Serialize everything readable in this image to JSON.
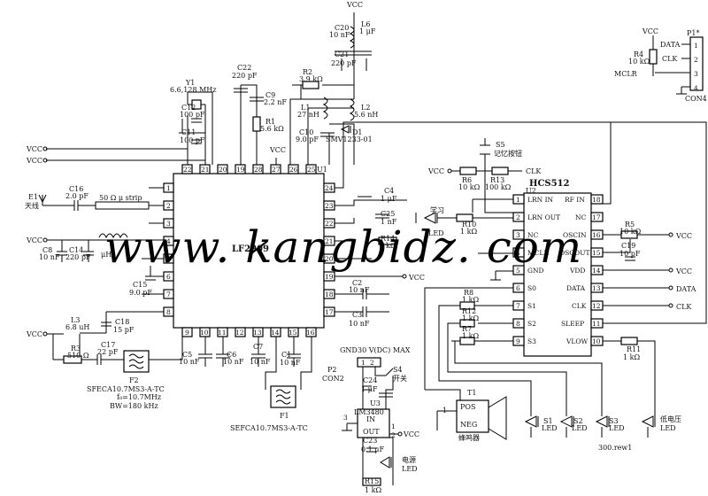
{
  "ic1": {
    "label": "LF2909",
    "pins_top": [
      "22",
      "21",
      "20",
      "19",
      "28",
      "27",
      "26",
      "25"
    ],
    "pins_bottom": [
      "9",
      "10",
      "11",
      "12",
      "13",
      "14",
      "15",
      "16"
    ],
    "pins_left": [
      "1",
      "2",
      "3",
      "4",
      "5",
      "6",
      "7",
      "8"
    ],
    "pins_right": [
      "24",
      "23",
      "22",
      "21",
      "20",
      "19",
      "18",
      "17"
    ],
    "unit": "U1"
  },
  "hcs": {
    "label": "HCS512",
    "unit": "U2",
    "left_pins": [
      {
        "num": "1",
        "name": "LRN IN"
      },
      {
        "num": "2",
        "name": "LRN OUT"
      },
      {
        "num": "3",
        "name": "NC"
      },
      {
        "num": "4",
        "name": "MCLR"
      },
      {
        "num": "5",
        "name": "GND"
      },
      {
        "num": "6",
        "name": "S0"
      },
      {
        "num": "7",
        "name": "S1"
      },
      {
        "num": "8",
        "name": "S2"
      },
      {
        "num": "9",
        "name": "S3"
      }
    ],
    "right_pins": [
      {
        "num": "18",
        "name": "RF IN"
      },
      {
        "num": "17",
        "name": "NC"
      },
      {
        "num": "16",
        "name": "OSCIN"
      },
      {
        "num": "15",
        "name": "OSCOUT"
      },
      {
        "num": "14",
        "name": "VDD"
      },
      {
        "num": "13",
        "name": "DATA"
      },
      {
        "num": "12",
        "name": "CLK"
      },
      {
        "num": "11",
        "name": "SLEEP"
      },
      {
        "num": "10",
        "name": "VLOW"
      }
    ]
  },
  "con4": {
    "ref": "P1*",
    "name": "CON4",
    "pins": [
      "1",
      "2",
      "3",
      "4"
    ],
    "labels": [
      "DATA",
      "CLK",
      "MCLR"
    ],
    "r4": "R4",
    "r4v": "10 kΩ"
  },
  "vcc": "VCC",
  "parts": {
    "y1": "Y1",
    "y1v": "6.6,128 MHz",
    "c12": "C12",
    "c12v": "100 pF",
    "c11": "C11",
    "c11v": "100 pF",
    "c22": "C22",
    "c22v": "220 pF",
    "c9": "C9",
    "c9v": "2.2 nF",
    "r1": "R1",
    "r1v": "5.6 kΩ",
    "c20": "C20",
    "c20v": "10 nF",
    "c21": "C21",
    "c21v": "220 pF",
    "l6": "L6",
    "l6v": "1 μF",
    "r2": "R2",
    "r2v": "3.9 kΩ",
    "l1": "L1",
    "l1v": "27 nH",
    "l2": "L2",
    "l2v": "5.6 nH",
    "c10": "C10",
    "c10v": "9.0 pF",
    "d1": "D1",
    "d1v": "SMV1233-01",
    "e1": "E1",
    "e1v": "天线",
    "c16": "C16",
    "c16v": "2.0 pF",
    "strip": "50 Ω μ strip",
    "c8": "C8",
    "c8v": "10 nF",
    "c14": "C14",
    "c14v": "220 pF",
    "l4v": "μH",
    "c15": "C15",
    "c15v": "9.0 pF",
    "l3": "L3",
    "l3v": "6.8 uH",
    "c18": "C18",
    "c18v": "15 pF",
    "r3": "R3",
    "r3v": "510 Ω",
    "c17": "C17",
    "c17v": "22 pF",
    "f2": "F2",
    "f2a": "SFECA10.7MS3-A-TC",
    "f2b": "f₀=10.7MHz",
    "f2c": "BW=180 kHz",
    "c5": "C5",
    "c5v": "10 nF",
    "c6": "C6",
    "c6v": "10 nF",
    "c7": "C7",
    "c7v": "10 nF",
    "c1": "C1",
    "c1v": "10 nF",
    "f1": "F1",
    "f1v": "SEFCA10.7MS3-A-TC",
    "c4": "C4",
    "c4v": "1 μF",
    "c25": "C25",
    "c25v": "1 nF",
    "r14": "R14",
    "r14v": "kΩ",
    "c2": "C2",
    "c2v": "10 nF",
    "c3": "C3",
    "c3v": "10 nF",
    "s5": "S5",
    "s5v": "记忆按钮",
    "r6": "R6",
    "r6v": "10 kΩ",
    "r13": "R13",
    "r13v": "100 kΩ",
    "clk": "CLK",
    "learn": "学习",
    "led": "LED",
    "r10": "R10",
    "r10v": "1 kΩ",
    "r5": "R5",
    "r5v": "10 kΩ",
    "c19": "C19",
    "c19v": "10 pF",
    "r8": "R8",
    "r8v": "1 kΩ",
    "r12": "R12",
    "r12v": "1 kΩ",
    "r7": "R7",
    "r7v": "1 kΩ",
    "r11": "R11",
    "r11v": "1 kΩ",
    "data": "DATA",
    "t1": "T1",
    "pos": "POS",
    "neg": "NEG",
    "buzzer": "蜂鸣器",
    "s1": "S1",
    "s2": "S2",
    "s3": "S3",
    "lowv": "低电压",
    "gnd": "GND",
    "pwr": "30 V(DC) MAX",
    "p2": "P2",
    "p2v": "CON2",
    "s4": "S4",
    "s4v": "开关",
    "c24": "C24",
    "c24v": "1 μF",
    "u3": "U3",
    "u3v": "LM3480",
    "in": "IN",
    "out": "OUT",
    "c23": "C23",
    "c23v": "0.1 μF",
    "pwrled": "电源",
    "r15": "R15",
    "r15v": "1 kΩ",
    "rev": "300.rew1",
    "one": "1",
    "two": "2",
    "three": "3"
  },
  "watermark": "www. kangbidz. com"
}
